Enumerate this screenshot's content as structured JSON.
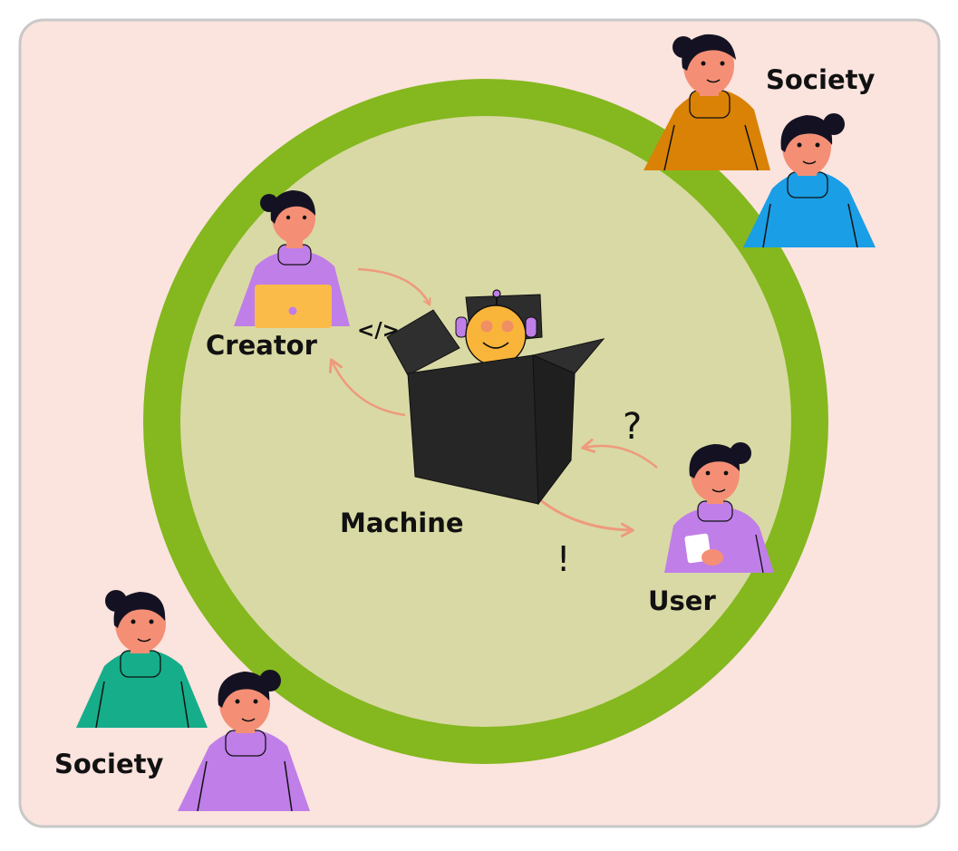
{
  "labels": {
    "creator": "Creator",
    "machine": "Machine",
    "user": "User",
    "society_top": "Society",
    "society_bottom": "Society",
    "code_symbol": "</>",
    "question_mark": "?",
    "exclamation_mark": "!"
  },
  "colors": {
    "background": "#fbe3de",
    "panel_border": "#c8c8c8",
    "ring": "#84b81e",
    "inner_circle": "#d9d9a5",
    "arrow": "#ee9a7c",
    "skin": "#f48f75",
    "hair": "#141222",
    "purple_shirt": "#c07ee8",
    "orange_shirt": "#d98206",
    "blue_shirt": "#1a9ee6",
    "teal_shirt": "#16ad8a",
    "laptop": "#fbbb49",
    "box": "#262626",
    "robot_head": "#f9b53a"
  },
  "icons": {
    "creator": "person-with-laptop-icon",
    "user": "person-with-phone-icon",
    "society": "person-icon",
    "machine": "robot-in-black-box-icon"
  }
}
